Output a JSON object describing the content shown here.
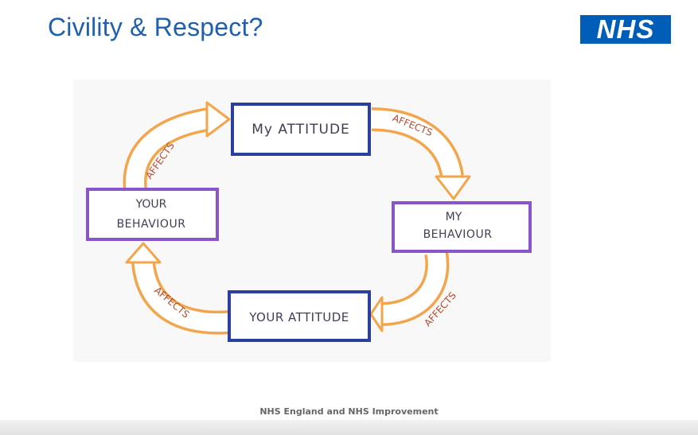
{
  "slide": {
    "title": "Civility & Respect?",
    "logo_text": "NHS",
    "footer": "NHS England and NHS Improvement"
  },
  "diagram": {
    "nodes": {
      "my_attitude": [
        "My ATTITUDE"
      ],
      "my_behaviour": [
        "MY",
        "BEHAVIOUR"
      ],
      "your_attitude": [
        "YOUR ATTITUDE"
      ],
      "your_behaviour": [
        "YOUR",
        "BEHAVIOUR"
      ]
    },
    "arrow_label": "AFFECTS"
  },
  "colors": {
    "title": "#1f5fb1",
    "nhs_blue": "#005eb8",
    "attitude_box": "#2b3f9e",
    "behaviour_box": "#8a55c8",
    "arrow": "#f2a54a",
    "arrow_text": "#b84a2e",
    "box_text": "#3f3f55"
  }
}
